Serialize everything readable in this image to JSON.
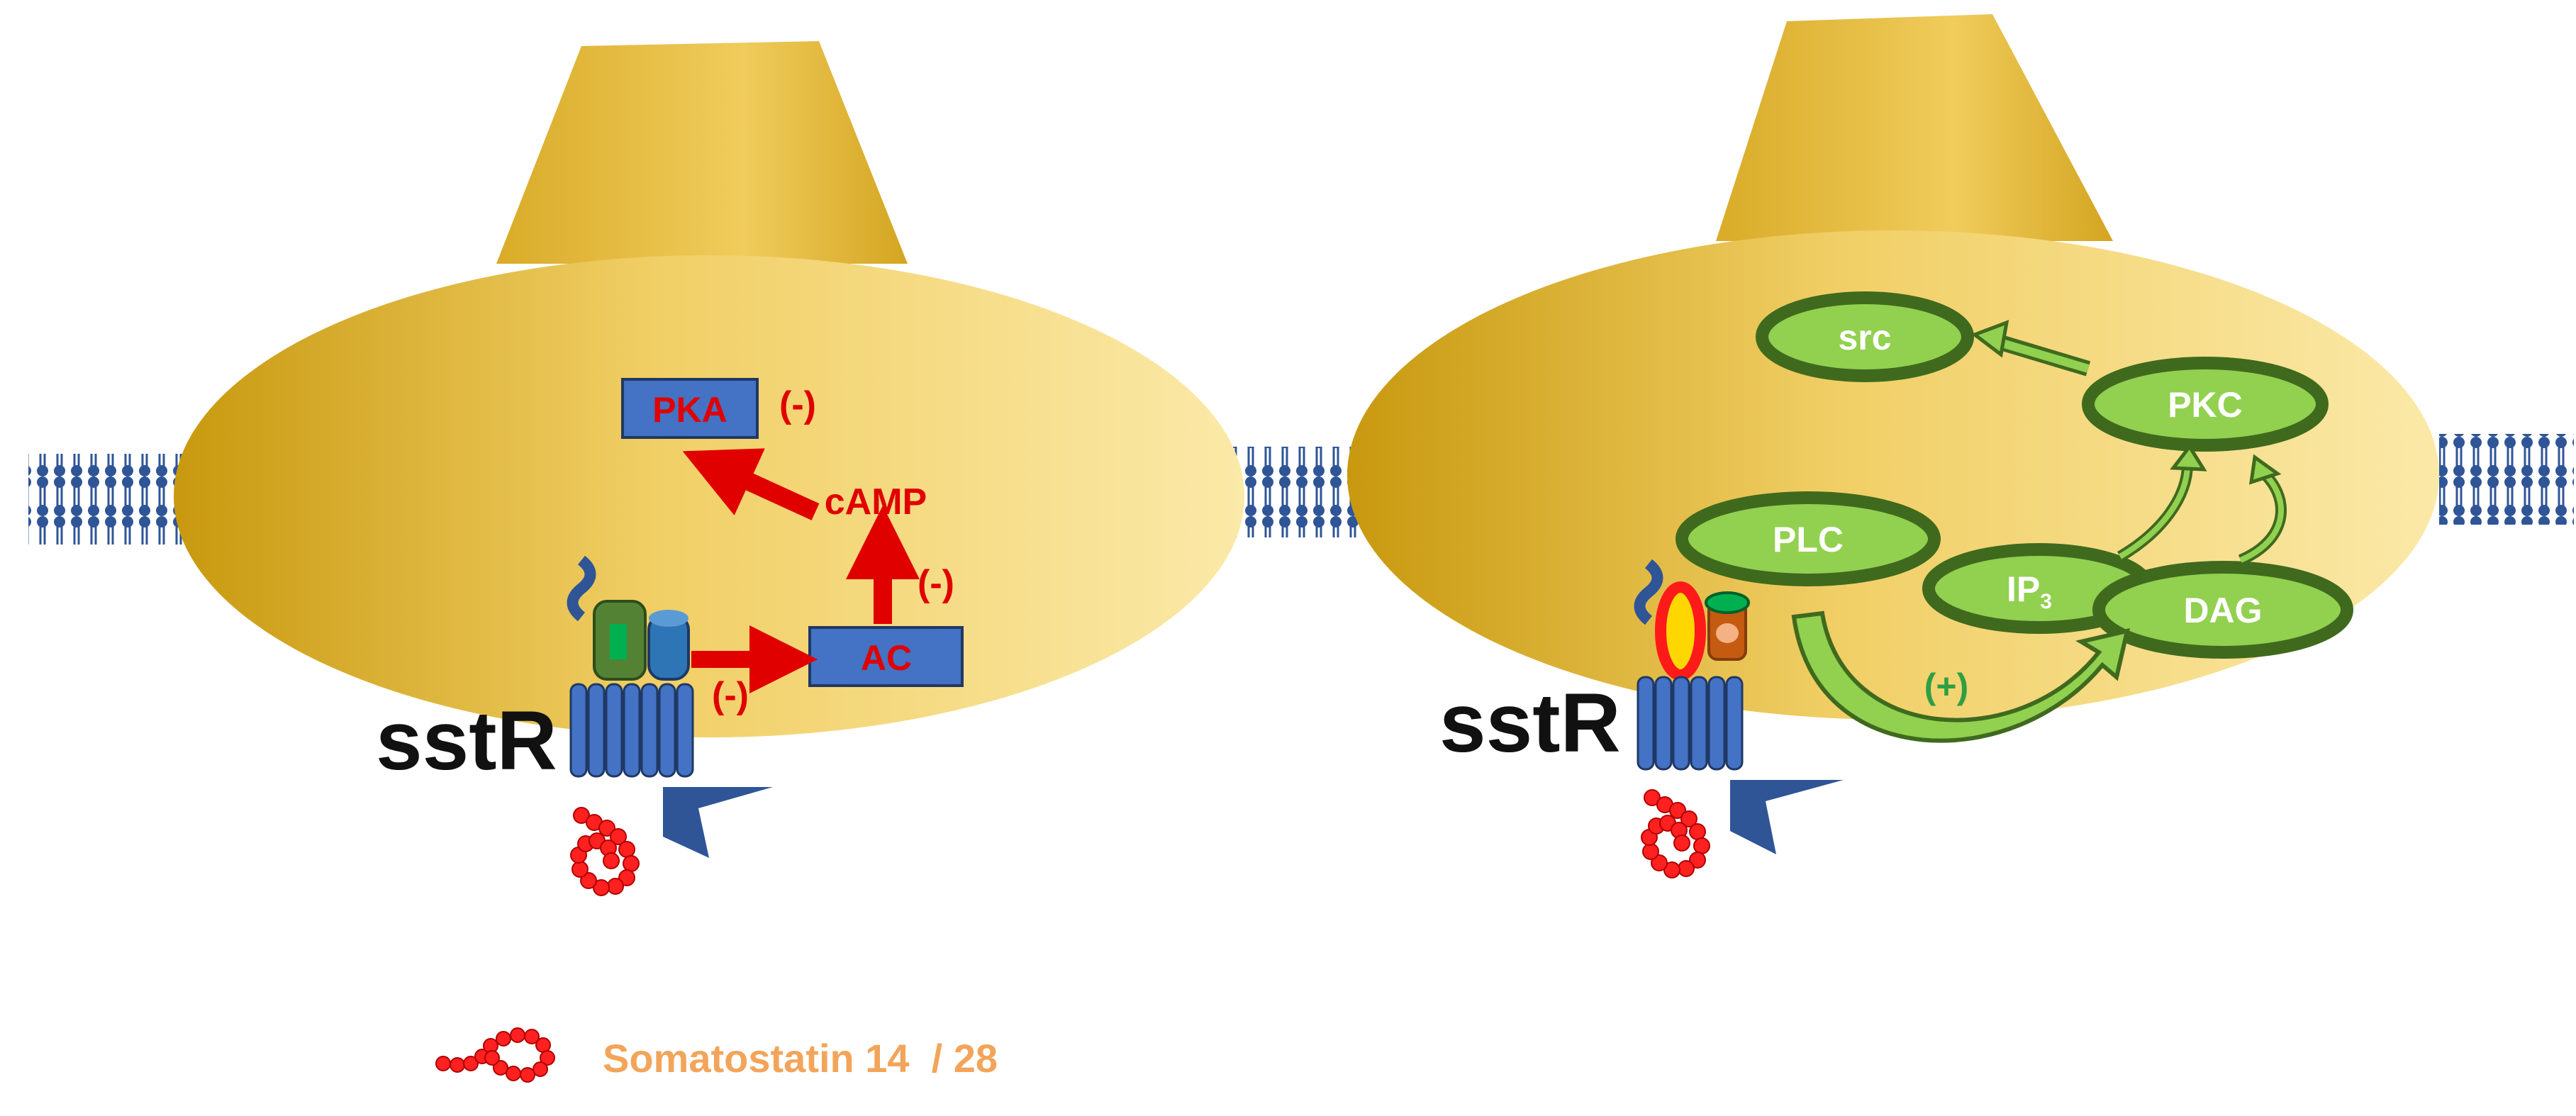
{
  "left_cell": {
    "receptor_label": "sstR",
    "pka_label": "PKA",
    "ac_label": "AC",
    "camp_label": "cAMP",
    "sign_pka": "(-)",
    "sign_camp": "(-)",
    "sign_ac": "(-)"
  },
  "right_cell": {
    "receptor_label": "sstR",
    "src_label": "src",
    "pkc_label": "PKC",
    "plc_label": "PLC",
    "ip3_label": "IP",
    "ip3_subscript": "3",
    "dag_label": "DAG",
    "sign_plus": "(+)"
  },
  "legend": {
    "text": "Somatostatin 14  / 28"
  },
  "colors": {
    "cell_gold": "#e7bd45",
    "cell_dark": "#b88a0c",
    "membrane_blue": "#2f5597",
    "box_blue": "#4472c4",
    "label_red": "#e00000",
    "node_green": "#92d050",
    "node_border": "#3f6a1e",
    "plus_green": "#2ea043",
    "ligand_red": "#ff2020",
    "legend_orange": "#f2a55a"
  }
}
